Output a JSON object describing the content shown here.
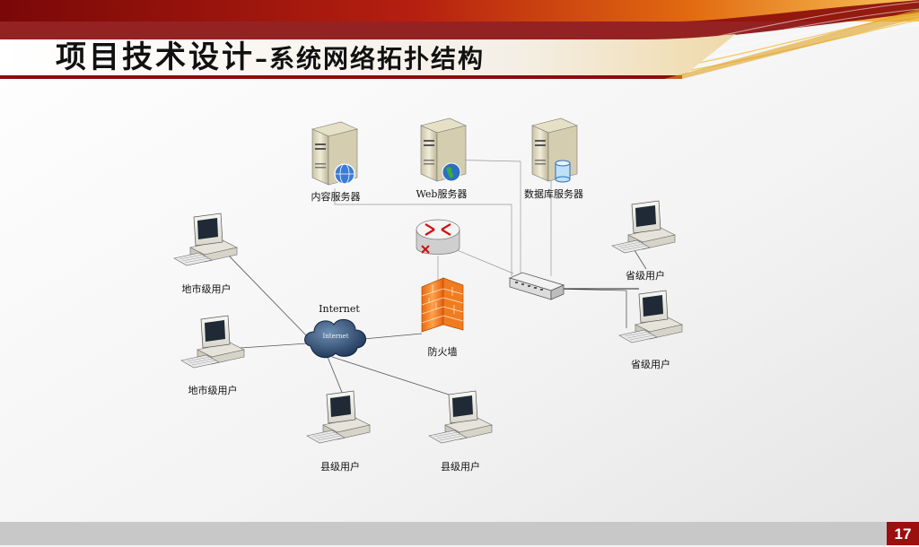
{
  "slide": {
    "title_main": "项目技术设计",
    "title_sub": "–系统网络拓扑结构",
    "page_number": "17"
  },
  "diagram": {
    "servers": {
      "content": "内容服务器",
      "web": "Web服务器",
      "database": "数据库服务器"
    },
    "internet_label": "Internet",
    "cloud_inner_label": "Internet",
    "firewall_label": "防火墙",
    "users": {
      "city_1": "地市级用户",
      "city_2": "地市级用户",
      "county_1": "县级用户",
      "county_2": "县级用户",
      "province_1": "省级用户",
      "province_2": "省级用户"
    }
  },
  "colors": {
    "banner_red": "#8e0b0b",
    "accent_gold": "#e0a020",
    "footer_gray": "#c8c8c8"
  }
}
